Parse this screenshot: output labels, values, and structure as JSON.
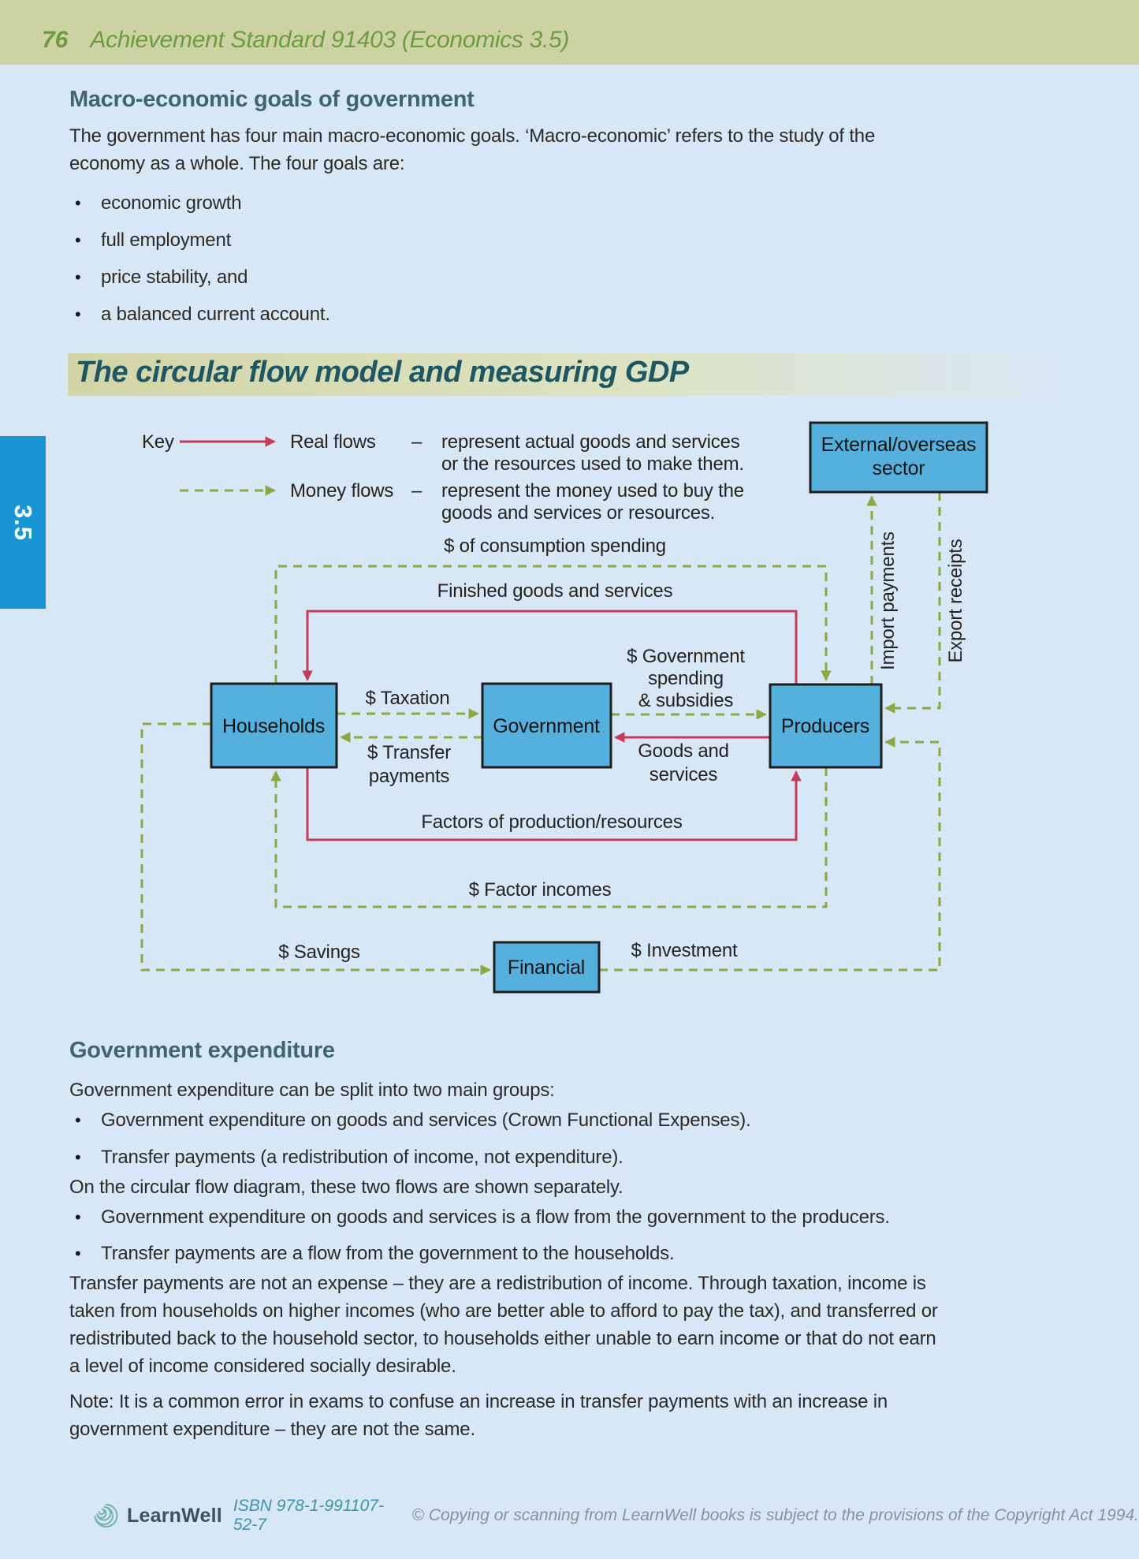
{
  "colors": {
    "page_background": "#d8e7f5",
    "header_bar": "#cdd2a3",
    "header_text_green": "#6d9c40",
    "heading_teal": "#3f6575",
    "section_title_teal": "#1d5766",
    "real_flow_red": "#c63a5a",
    "money_flow_green": "#8aa843",
    "diagram_box_blue": "#55b0de",
    "chapter_tab_blue": "#1796d3"
  },
  "header": {
    "page_number": "76",
    "title": "Achievement Standard 91403 (Economics 3.5)"
  },
  "side_tab": {
    "label": "3.5"
  },
  "goals": {
    "heading": "Macro-economic goals of government",
    "intro_lines": [
      "The government has four main macro-economic goals. ‘Macro-economic’ refers to the study of the",
      "economy as a whole. The four goals are:"
    ],
    "bullet_char": "•",
    "bullets": [
      "economic growth",
      "full employment",
      "price stability, and",
      "a balanced current account."
    ]
  },
  "flow_section": {
    "heading": "The circular flow model and measuring GDP"
  },
  "diagram": {
    "key": {
      "label": "Key",
      "real_name": "Real flows",
      "dash": "–",
      "real_desc1": "represent actual goods and services",
      "real_desc2": "or the resources used to make them.",
      "money_name": "Money flows",
      "money_desc1": "represent the money used to buy the",
      "money_desc2": "goods and services or resources."
    },
    "boxes": {
      "external_line1": "External/overseas",
      "external_line2": "sector",
      "households": "Households",
      "government": "Government",
      "producers": "Producers",
      "financial": "Financial"
    },
    "labels": {
      "consumption": "$ of consumption spending",
      "finished_goods": "Finished goods and services",
      "gov_spending_line1": "$ Government",
      "gov_spending_line2": "spending",
      "gov_spending_line3": "& subsidies",
      "taxation": "$ Taxation",
      "transfer_line1": "$ Transfer",
      "transfer_line2": "payments",
      "goods_line1": "Goods and",
      "goods_line2": "services",
      "factors": "Factors of production/resources",
      "factor_incomes": "$ Factor incomes",
      "savings": "$ Savings",
      "investment": "$ Investment",
      "import_payments": "Import payments",
      "export_receipts": "Export receipts"
    }
  },
  "gov_exp": {
    "heading": "Government expenditure",
    "intro": "Government expenditure can be split into two main groups:",
    "bullet_char": "•",
    "bullets_a": [
      "Government expenditure on goods and services (Crown Functional Expenses).",
      "Transfer payments (a redistribution of income, not expenditure)."
    ],
    "mid": "On the circular flow diagram, these two flows are shown separately.",
    "bullets_b": [
      "Government expenditure on goods and services is a flow from the government to the producers.",
      "Transfer payments are a flow from the government to the households."
    ],
    "para_lines": [
      "Transfer payments are not an expense – they are a redistribution of income. Through taxation, income is",
      "taken from households on higher incomes (who are better able to afford to pay the tax), and transferred or",
      "redistributed back to the household sector, to households either unable to earn income or that do not earn",
      "a level of income considered socially desirable."
    ],
    "note_lines": [
      "Note: It is a common error in exams to confuse an increase in transfer payments with an increase in",
      "government expenditure – they are not the same."
    ]
  },
  "footer": {
    "brand": "LearnWell",
    "isbn": "ISBN 978-1-991107-52-7",
    "copyright": "© Copying or scanning from LearnWell books is subject to the provisions of the Copyright Act 1994."
  }
}
